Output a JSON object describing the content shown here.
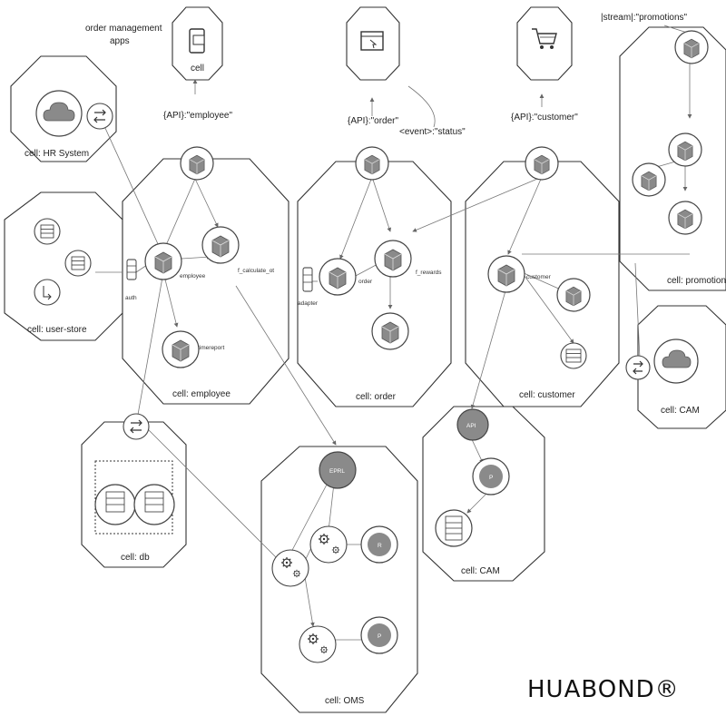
{
  "labels": {
    "top_apps": [
      "order management",
      "apps"
    ],
    "api_employee": "{API}:\"employee\"",
    "api_order": "{API}:\"order\"",
    "event_status": "<event>:\"status\"",
    "api_customer": "{API}:\"customer\"",
    "stream_promotions": "|stream|:\"promotions\"",
    "cell_top": "cell",
    "cell_hr": "cell: HR System",
    "cell_userstore": "cell: user-store",
    "cell_employee": "cell: employee",
    "cell_order": "cell: order",
    "cell_customer": "cell: customer",
    "cell_promotions": "cell: promotions",
    "cell_cam_right": "cell: CAM",
    "cell_cam": "cell: CAM",
    "cell_db": "cell: db",
    "cell_oms": "cell: OMS",
    "auth": "auth",
    "employee": "employee",
    "f_calculate_ot": "f_calculate_ot",
    "timereport": "timereport",
    "adapter": "adapter",
    "order": "order",
    "f_rewards": "f_rewards",
    "customer": "customer",
    "api": "API",
    "p": "P",
    "r": "R",
    "eprl": "EPRL",
    "brand": "HUABOND®"
  },
  "icons": [
    "cloud-icon",
    "gateway-icon",
    "microservice-icon",
    "database-icon",
    "arrows-icon",
    "gear-icon",
    "shopping-cart-icon",
    "mobile-app-icon",
    "browser-icon"
  ]
}
